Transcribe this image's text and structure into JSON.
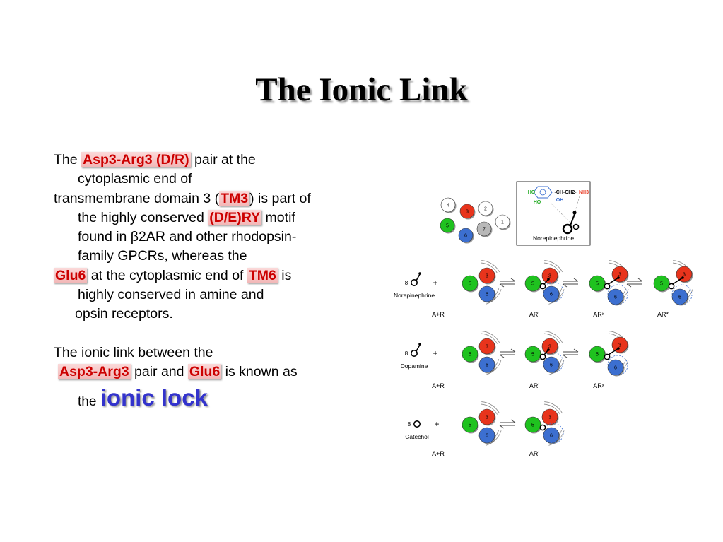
{
  "slide": {
    "title": "The Ionic Link",
    "p1": {
      "t1": "The ",
      "h1": "Asp3-Arg3 (D/R)",
      "t2": " pair at the",
      "t3": "cytoplasmic end of",
      "t4": "transmembrane domain 3 (",
      "h2": "TM3",
      "t5": ") is part of",
      "t6": "the highly conserved ",
      "h3": "(D/E)RY",
      "t7": " motif",
      "t8": "found in β2AR and other rhodopsin-",
      "t9": "family GPCRs, whereas the",
      "h4": "Glu6",
      "t10": " at the cytoplasmic end of ",
      "h5": "TM6",
      "t11": " is",
      "t12": "highly conserved in amine and",
      "t13": "opsin receptors."
    },
    "p2": {
      "t1": "The ionic link between the",
      "h1": "Asp3-Arg3",
      "t2": " pair and ",
      "h2": "Glu6",
      "t3": " is known as",
      "t4": "the ",
      "lock": "ionic lock"
    }
  },
  "figure": {
    "top": {
      "helices": [
        "4",
        "3",
        "2",
        "5",
        "7",
        "1",
        "6"
      ],
      "chem": {
        "ho1": "HO",
        "chain": "-CH-CH2-",
        "nh3": "NH3",
        "ho2": "HO",
        "oh": "OH"
      },
      "label": "Norepinephrine"
    },
    "rows": [
      {
        "ligand": "Norepinephrine",
        "states": [
          "A+R",
          "AR'",
          "ARˣ",
          "AR*"
        ]
      },
      {
        "ligand": "Dopamine",
        "states": [
          "A+R",
          "AR'",
          "ARˣ"
        ]
      },
      {
        "ligand": "Catechol",
        "states": [
          "A+R",
          "AR'"
        ]
      }
    ],
    "helix_labels": {
      "red": "3",
      "green": "5",
      "blue": "6"
    },
    "plus": "+",
    "ligand_glyph": "8",
    "colors": {
      "red": "#e8341c",
      "green": "#1fc21f",
      "blue": "#3c6fd0"
    }
  }
}
